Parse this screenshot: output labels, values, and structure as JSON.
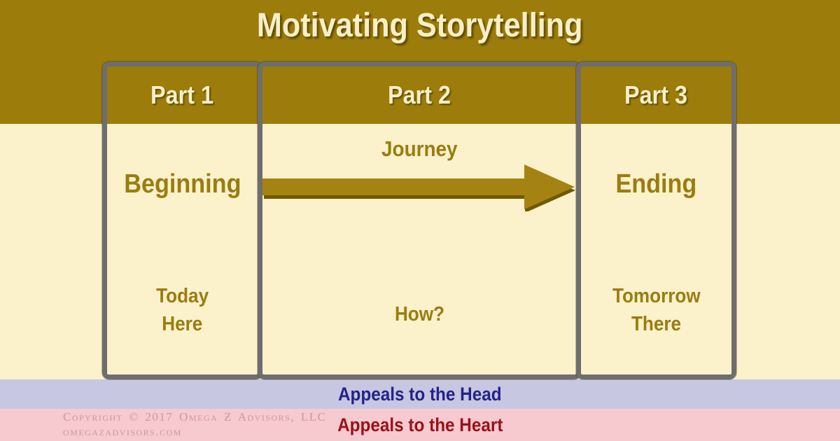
{
  "title": "Motivating Storytelling",
  "panels": [
    {
      "part": "Part 1",
      "label": "Beginning",
      "notes": [
        "Today",
        "Here"
      ]
    },
    {
      "part": "Part 2",
      "label": "Journey",
      "notes": [
        "How?"
      ]
    },
    {
      "part": "Part 3",
      "label": "Ending",
      "notes": [
        "Tomorrow",
        "There"
      ]
    }
  ],
  "arrow": {
    "icon": "journey-arrow-icon",
    "direction": "right"
  },
  "bands": {
    "head": "Appeals to the Head",
    "heart": "Appeals to the Heart"
  },
  "footer": {
    "copyright": "Copyright © 2017 Omega Ƶ Advisors, LLC",
    "website": "omegazadvisors.com"
  },
  "colors": {
    "gold": "#9C7C0A",
    "cream": "#FBF1CB",
    "border_gray": "#6E6E6E",
    "text_gold": "#9A7D10",
    "title_cream": "#F8EFC7",
    "title_shadow": "#5E4B06",
    "head_bg": "#C7C7E1",
    "head_text": "#23238B",
    "heart_bg": "#F7CACF",
    "heart_text": "#9B1019",
    "copyright_text": "#CE97A0",
    "arrow_main": "#A58312",
    "arrow_shadow": "#6E5A07"
  }
}
